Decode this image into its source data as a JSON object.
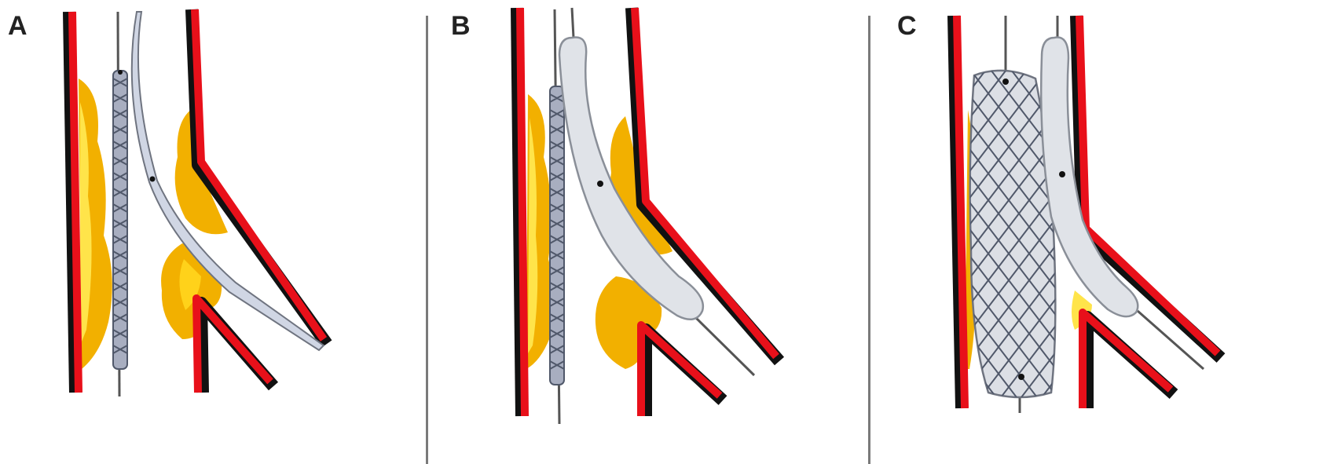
{
  "figure": {
    "panels": [
      {
        "label": "A"
      },
      {
        "label": "B"
      },
      {
        "label": "C"
      }
    ],
    "colors": {
      "vessel_wall": "#e8101a",
      "vessel_outline": "#111111",
      "plaque": "#f2b000",
      "plaque_core": "#ffe44a",
      "stent_strut": "#50586a",
      "balloon_fill": "#dfe2e8",
      "balloon_outline": "#8a8f98",
      "guidewire": "#555555",
      "divider": "#7a7a7a"
    }
  }
}
